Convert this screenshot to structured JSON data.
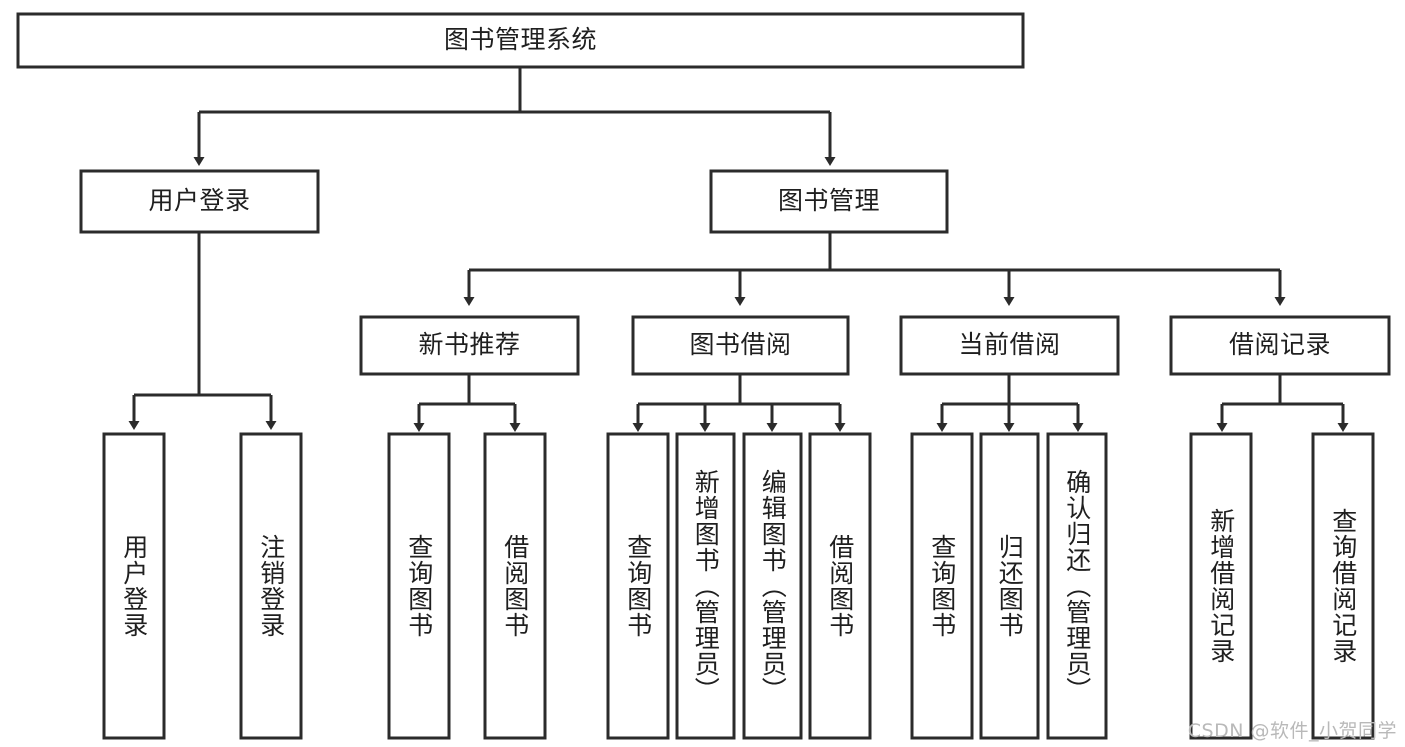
{
  "diagram": {
    "type": "tree",
    "title": "图书管理系统",
    "orientation": "top-down",
    "colors": {
      "box_stroke": "#2b2b2b",
      "box_fill": "#ffffff",
      "text": "#1f1f1f",
      "background": "#ffffff",
      "watermark": "#b9b9b9"
    },
    "root": {
      "label": "图书管理系统"
    },
    "level2": [
      {
        "label": "用户登录"
      },
      {
        "label": "图书管理"
      }
    ],
    "level3": [
      {
        "label": "新书推荐"
      },
      {
        "label": "图书借阅"
      },
      {
        "label": "当前借阅"
      },
      {
        "label": "借阅记录"
      }
    ],
    "leaves": {
      "user_login": [
        {
          "label": "用户登录"
        },
        {
          "label": "注销登录"
        }
      ],
      "new_book_recommend": [
        {
          "label": "查询图书"
        },
        {
          "label": "借阅图书"
        }
      ],
      "book_borrow": [
        {
          "label": "查询图书"
        },
        {
          "label": "新增图书（管理员）"
        },
        {
          "label": "编辑图书（管理员）"
        },
        {
          "label": "借阅图书"
        }
      ],
      "current_borrow": [
        {
          "label": "查询图书"
        },
        {
          "label": "归还图书"
        },
        {
          "label": "确认归还（管理员）"
        }
      ],
      "borrow_record": [
        {
          "label": "新增借阅记录"
        },
        {
          "label": "查询借阅记录"
        }
      ]
    }
  },
  "watermark": {
    "text": "CSDN @软件_小贺同学"
  }
}
